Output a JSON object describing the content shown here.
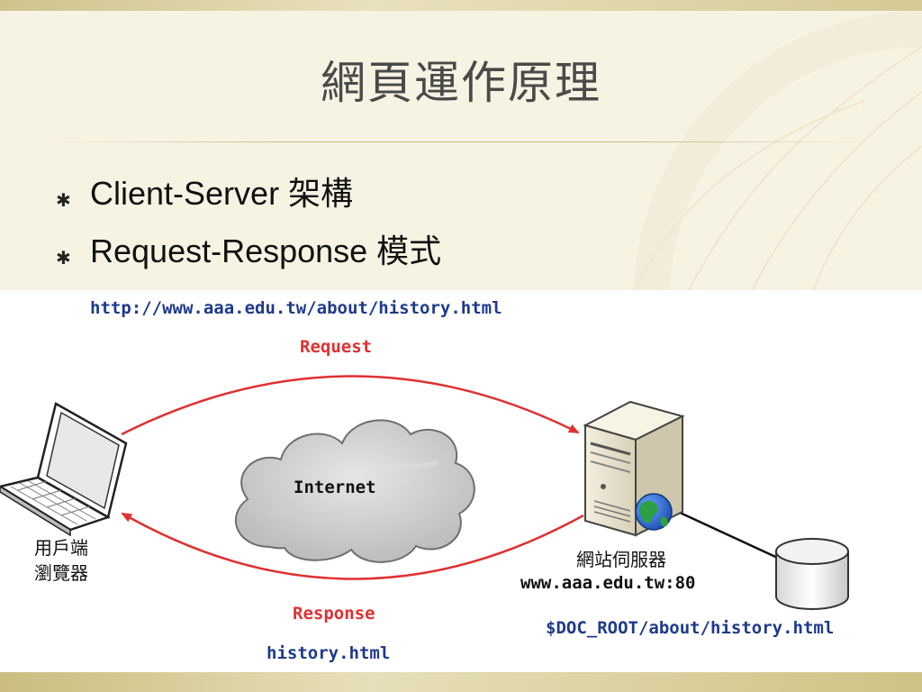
{
  "slide": {
    "title": "網頁運作原理",
    "bullets": [
      {
        "text": "Client-Server 架構"
      },
      {
        "text": "Request-Response 模式"
      }
    ]
  },
  "diagram": {
    "url": "http://www.aaa.edu.tw/about/history.html",
    "request_label": "Request",
    "response_label": "Response",
    "response_file": "history.html",
    "internet_label": "Internet",
    "client_label_line1": "用戶端",
    "client_label_line2": "瀏覽器",
    "server_label": "網站伺服器",
    "server_host": "www.aaa.edu.tw:80",
    "doc_root_path": "$DOC_ROOT/about/history.html"
  },
  "colors": {
    "arrow": "#e03030",
    "link_text": "#1f3a8c",
    "background": "#f7f3e3"
  }
}
